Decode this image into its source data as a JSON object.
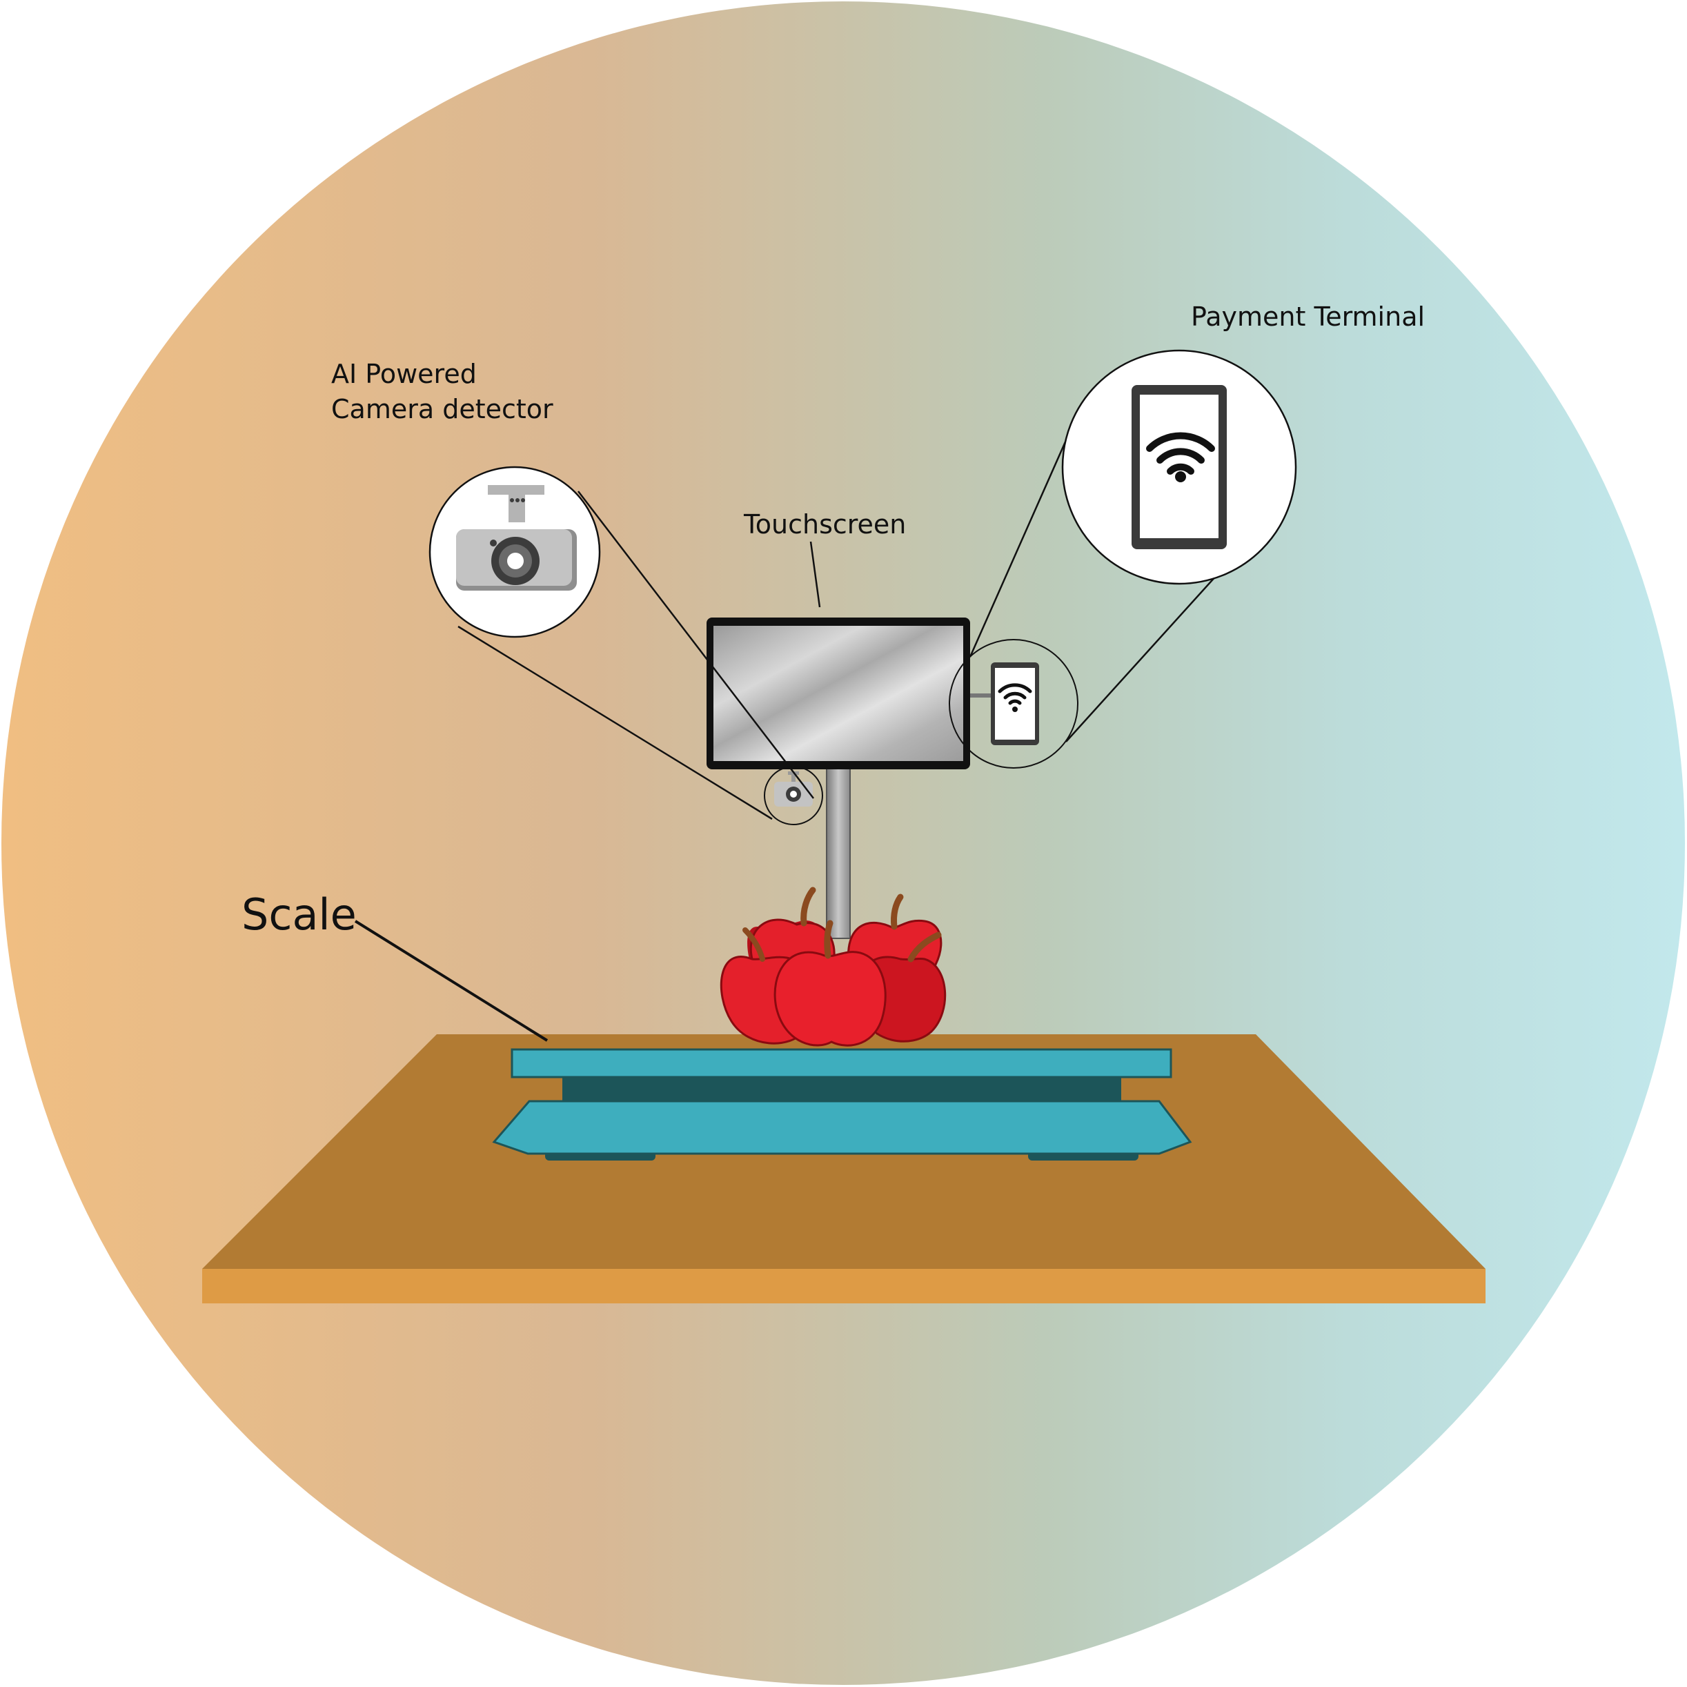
{
  "labels": {
    "camera_line1": "AI Powered",
    "camera_line2": "Camera detector",
    "payment_terminal": "Payment Terminal",
    "touchscreen": "Touchscreen",
    "scale": "Scale"
  },
  "colors": {
    "background_left": "#f0be82",
    "background_right": "#bfe6ea",
    "table_top": "#b27b33",
    "table_edge": "#de9b45",
    "scale_plate": "#3eaebe",
    "scale_body": "#1c5559",
    "apple_red": "#e4202b",
    "apple_dark": "#b5101a",
    "stem_brown": "#8b4a1f",
    "camera_gray": "#c3c3c3",
    "camera_dark": "#3c3c3c",
    "terminal_frame": "#3a3a3a"
  },
  "icons": {
    "camera": "camera-icon",
    "wifi": "wifi-icon",
    "terminal": "payment-terminal-icon"
  }
}
